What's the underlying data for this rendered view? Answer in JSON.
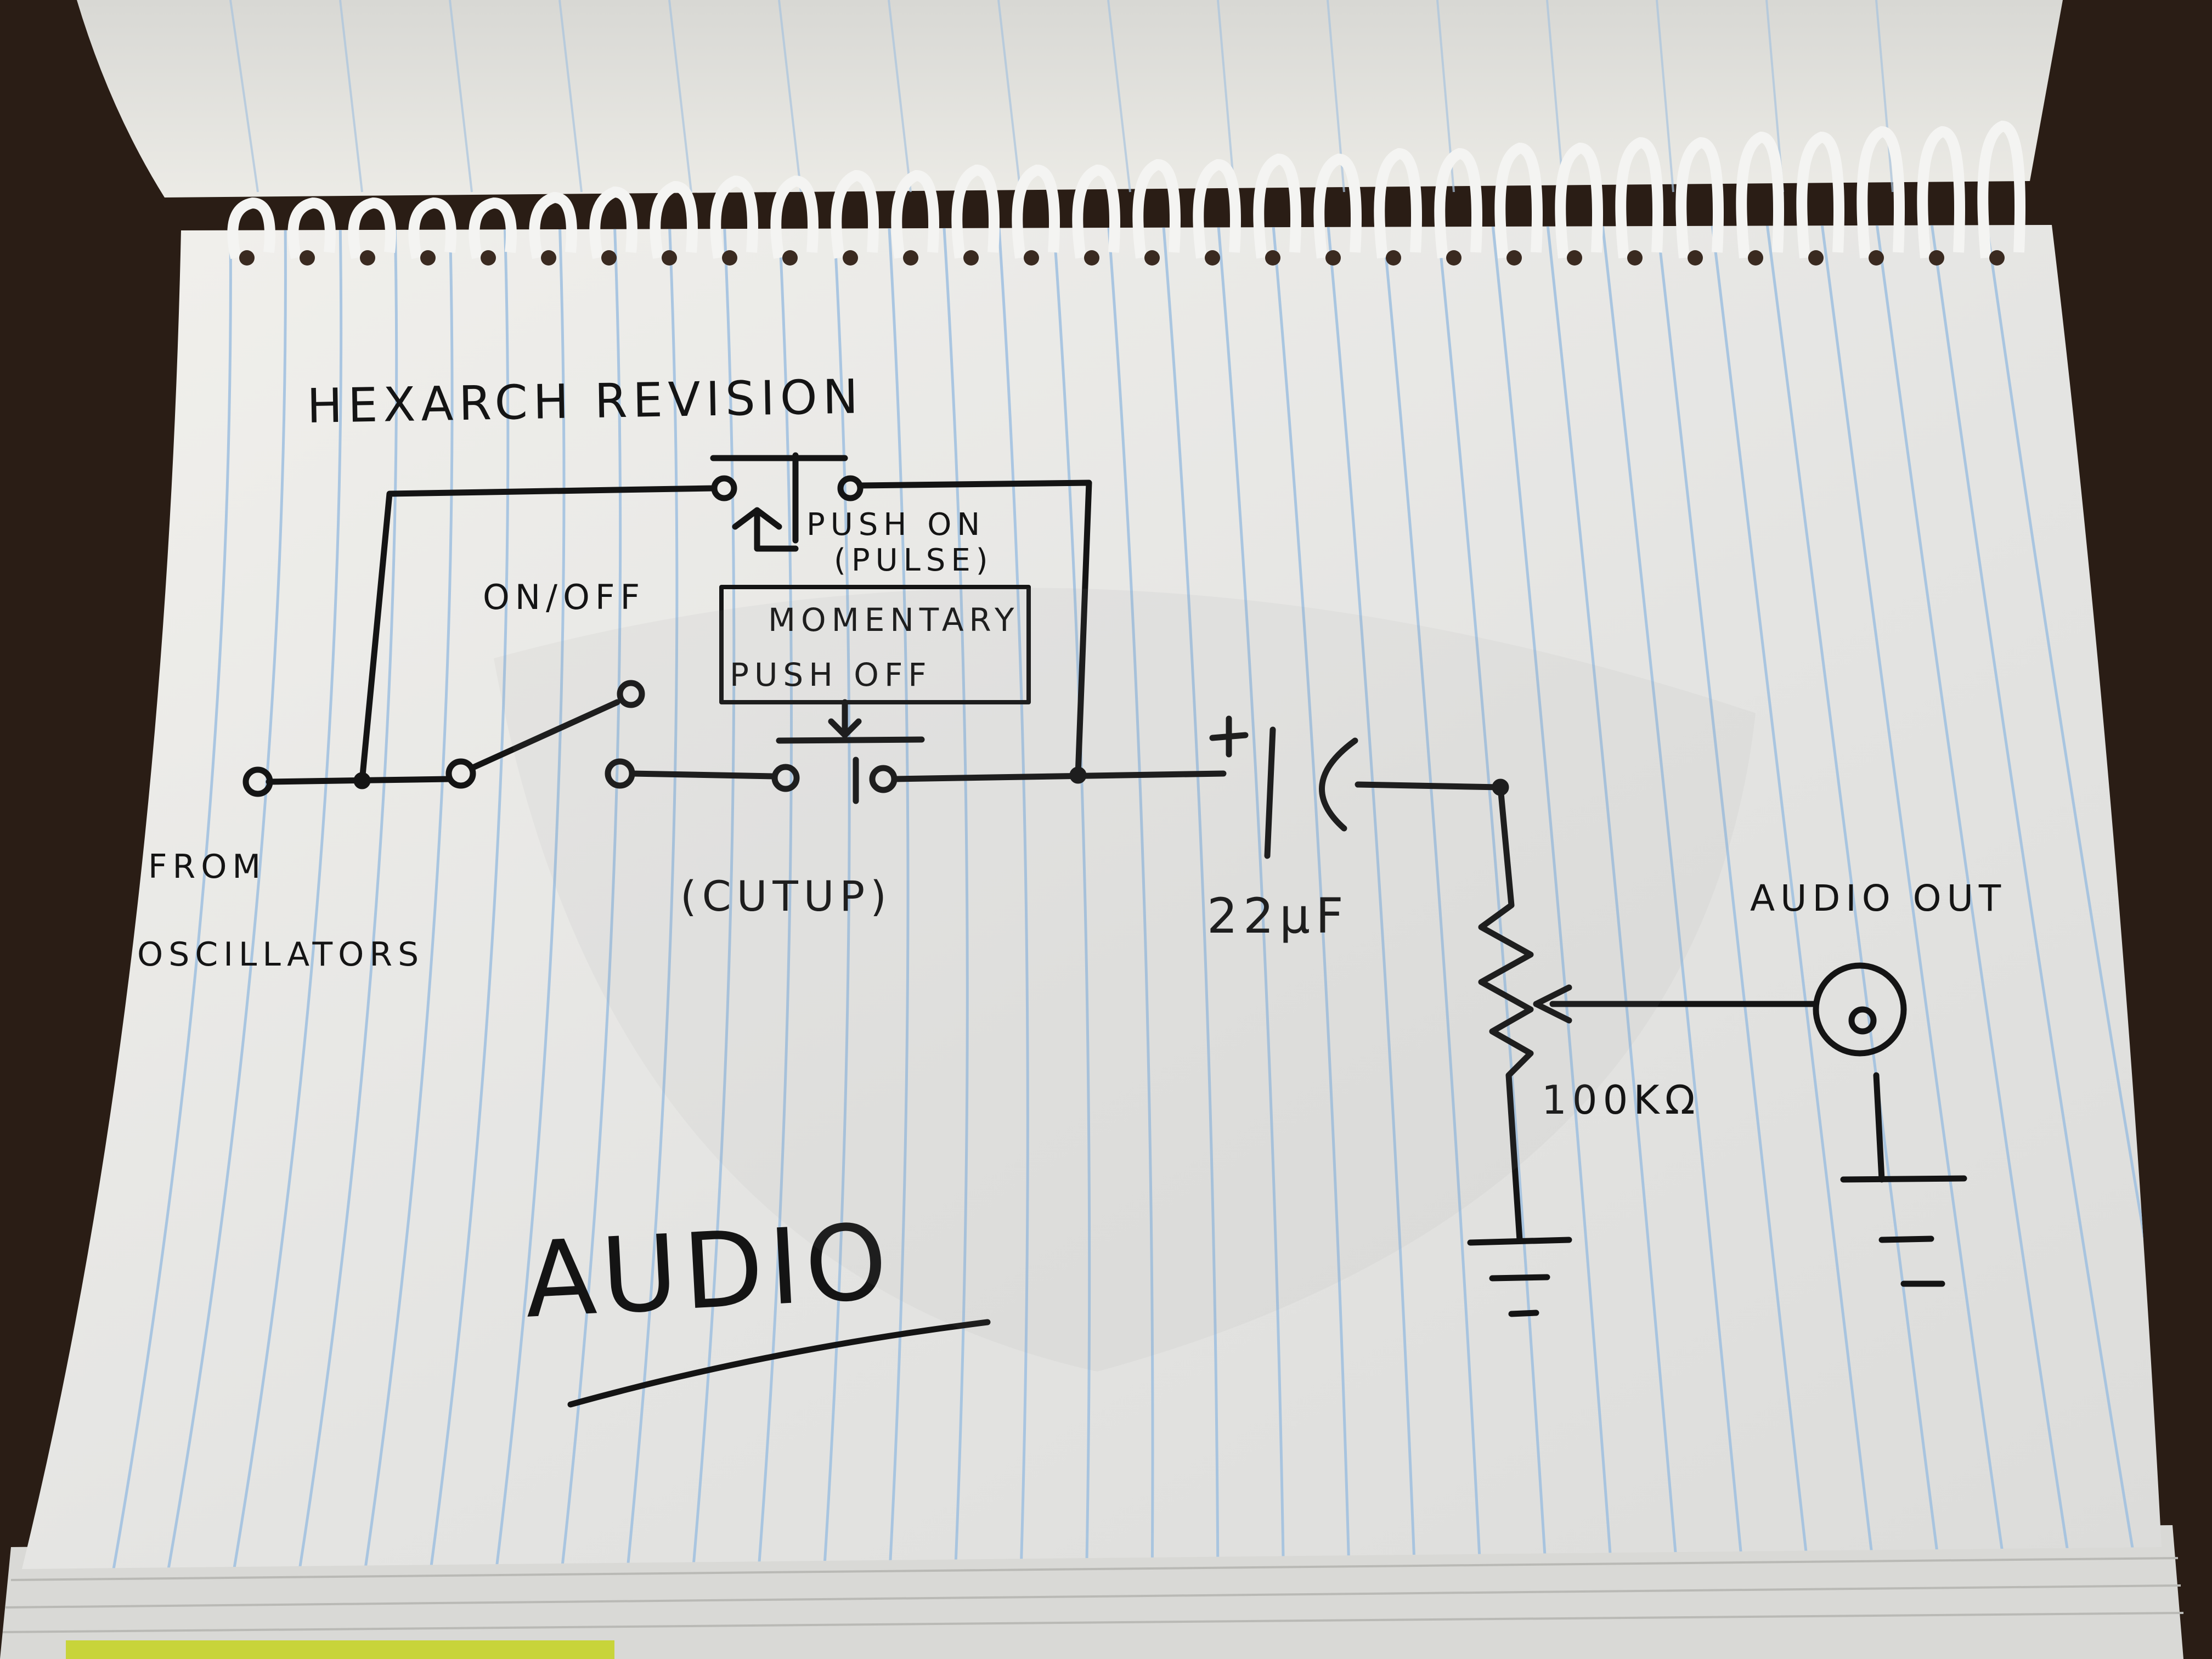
{
  "diagram": {
    "title": "HEXARCH REVISION",
    "switch_labels": {
      "on_off": "ON/OFF",
      "push_on": "PUSH ON",
      "pulse": "(PULSE)",
      "momentary": "MOMENTARY",
      "push_off": "PUSH OFF",
      "cutup": "(CUTUP)"
    },
    "input_label": [
      "FROM",
      "OSCILLATORS"
    ],
    "capacitor": {
      "value": "22µF",
      "polarity": "+"
    },
    "potentiometer": {
      "value": "100KΩ"
    },
    "output_label": "AUDIO OUT",
    "section_label": "AUDIO"
  },
  "colors": {
    "ink": "#141414",
    "paper": "#ecebe6",
    "rule_line": "#9fc0e0",
    "wood": "#2a1d15",
    "tape": "#c8d43a"
  }
}
